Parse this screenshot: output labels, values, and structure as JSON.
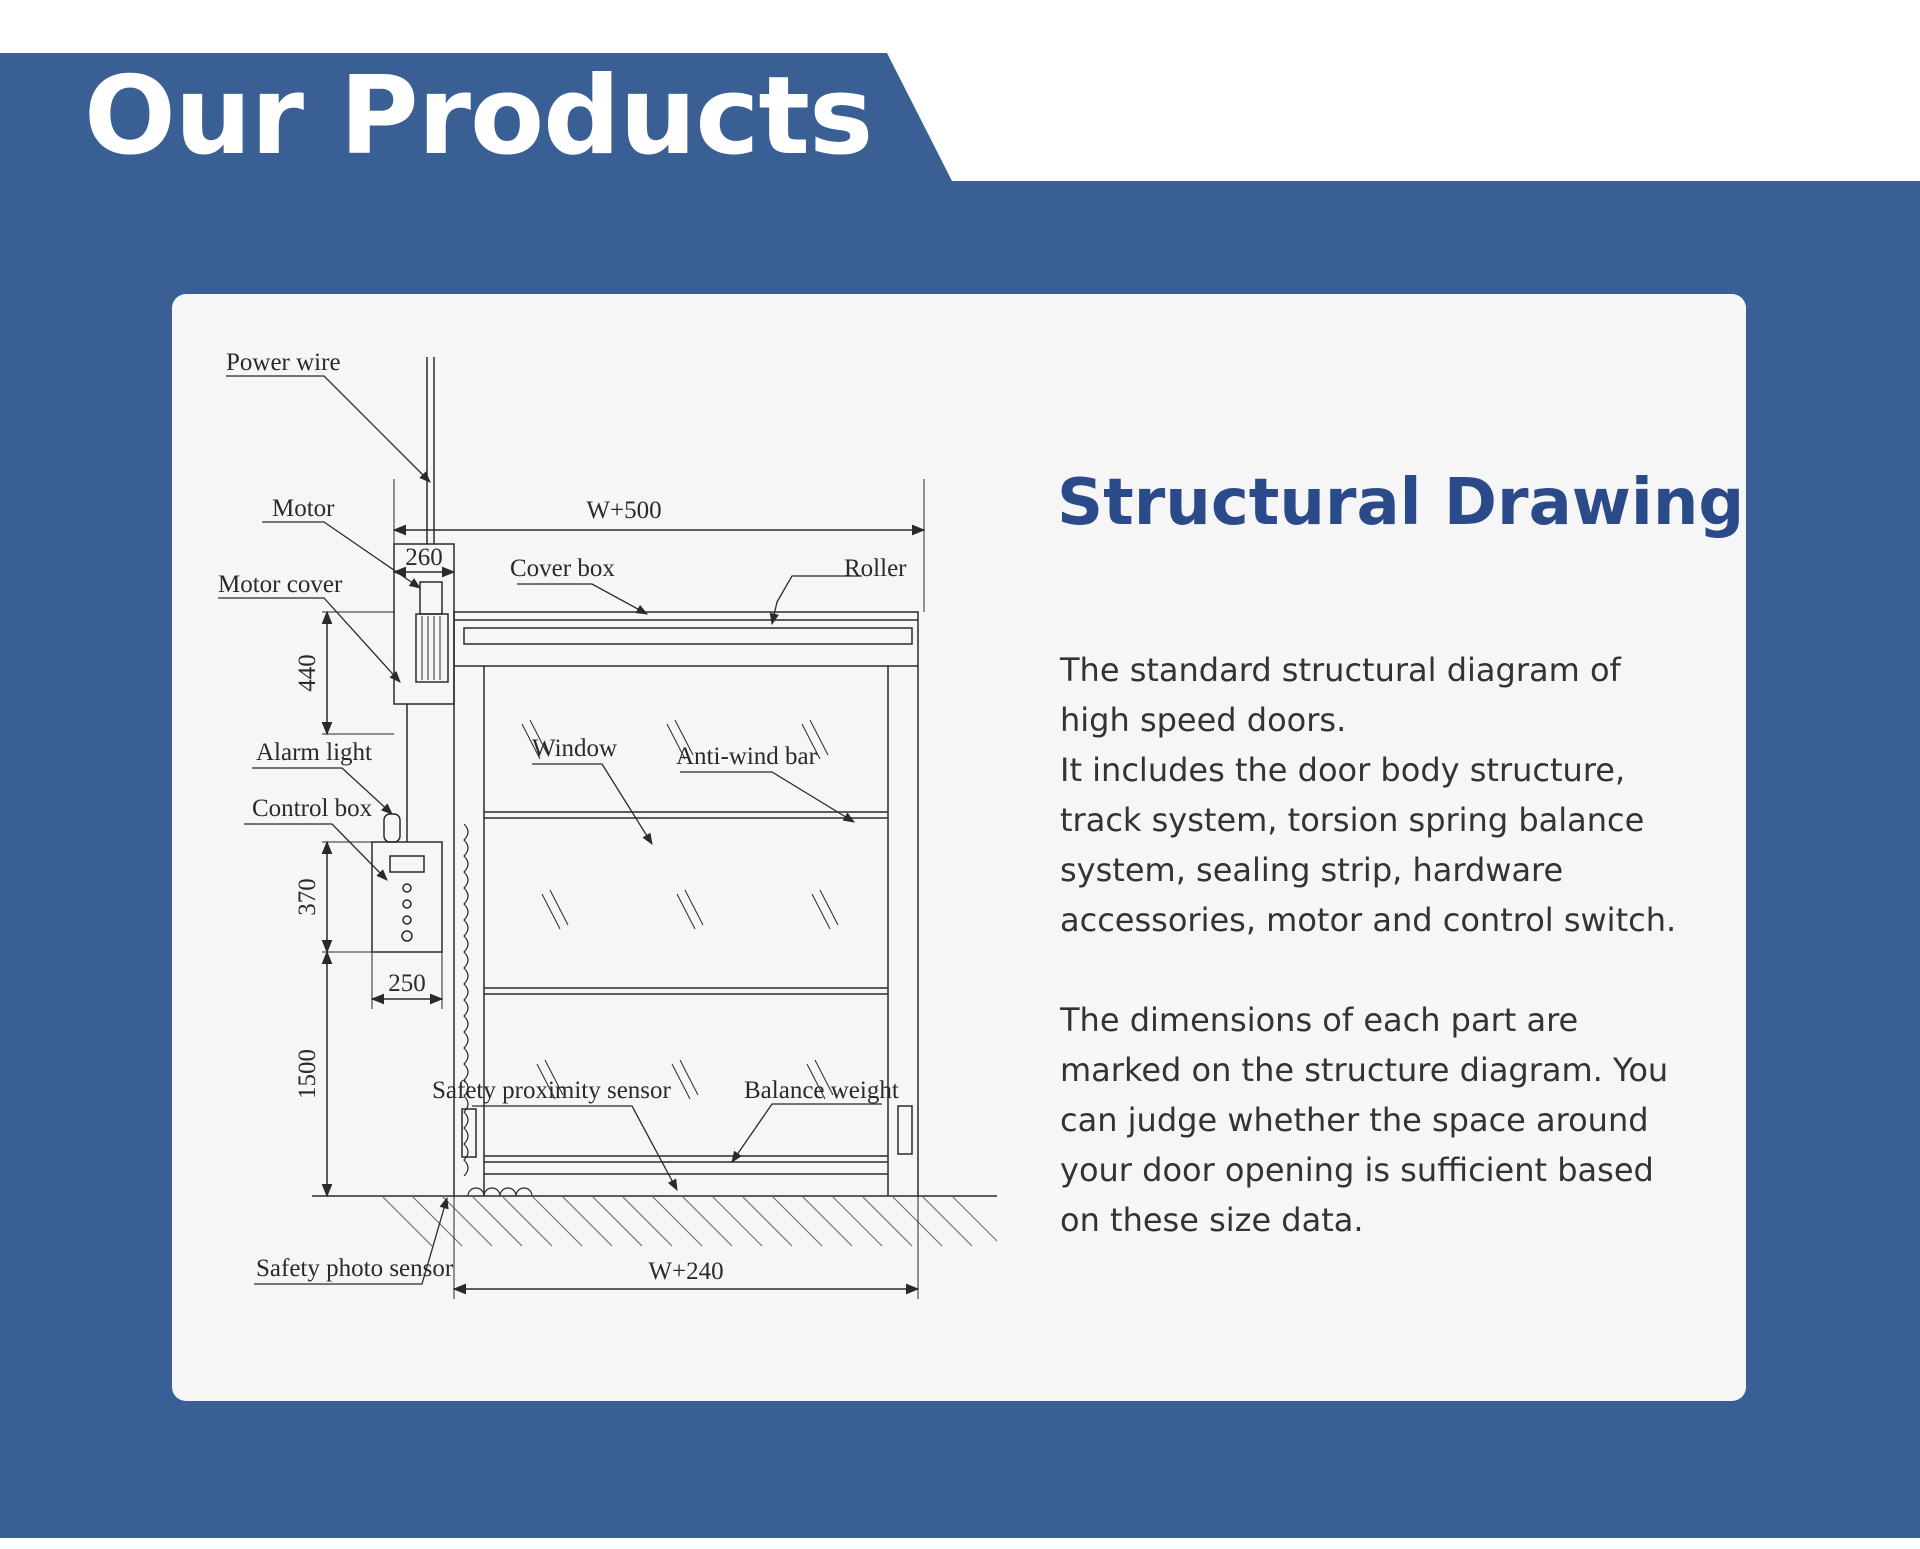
{
  "header": {
    "title": "Our Products"
  },
  "section": {
    "title": "Structural Drawing"
  },
  "description": {
    "paragraph1": [
      "The standard structural diagram of",
      "high speed doors.",
      "It includes the door body structure,",
      "track system, torsion spring balance",
      "system, sealing strip, hardware",
      "accessories, motor and control switch."
    ],
    "paragraph2": [
      "The dimensions of each part are",
      "marked on the structure diagram. You",
      "can judge whether the space around",
      "your door opening is sufficient based",
      "on these size data."
    ]
  },
  "diagram": {
    "labels": {
      "power_wire": "Power  wire",
      "motor": "Motor",
      "motor_cover": "Motor cover",
      "cover_box": "Cover  box",
      "roller": "Roller",
      "alarm_light": "Alarm light",
      "control_box": "Control box",
      "window": "Window",
      "anti_wind_bar": "Anti-wind  bar",
      "safety_proximity_sensor": "Safety proximity sensor",
      "balance_weight": "Balance weight",
      "safety_photo_sensor": "Safety photo sensor"
    },
    "dimensions": {
      "top_width": "W+500",
      "motor_width": "260",
      "cover_height": "440",
      "control_box_height": "370",
      "control_box_width": "250",
      "control_box_mount_height": "1500",
      "bottom_width": "W+240"
    }
  },
  "colors": {
    "brand_blue": "#3a5f94",
    "title_blue": "#2a4a8a",
    "card_background": "#f6f6f6"
  }
}
